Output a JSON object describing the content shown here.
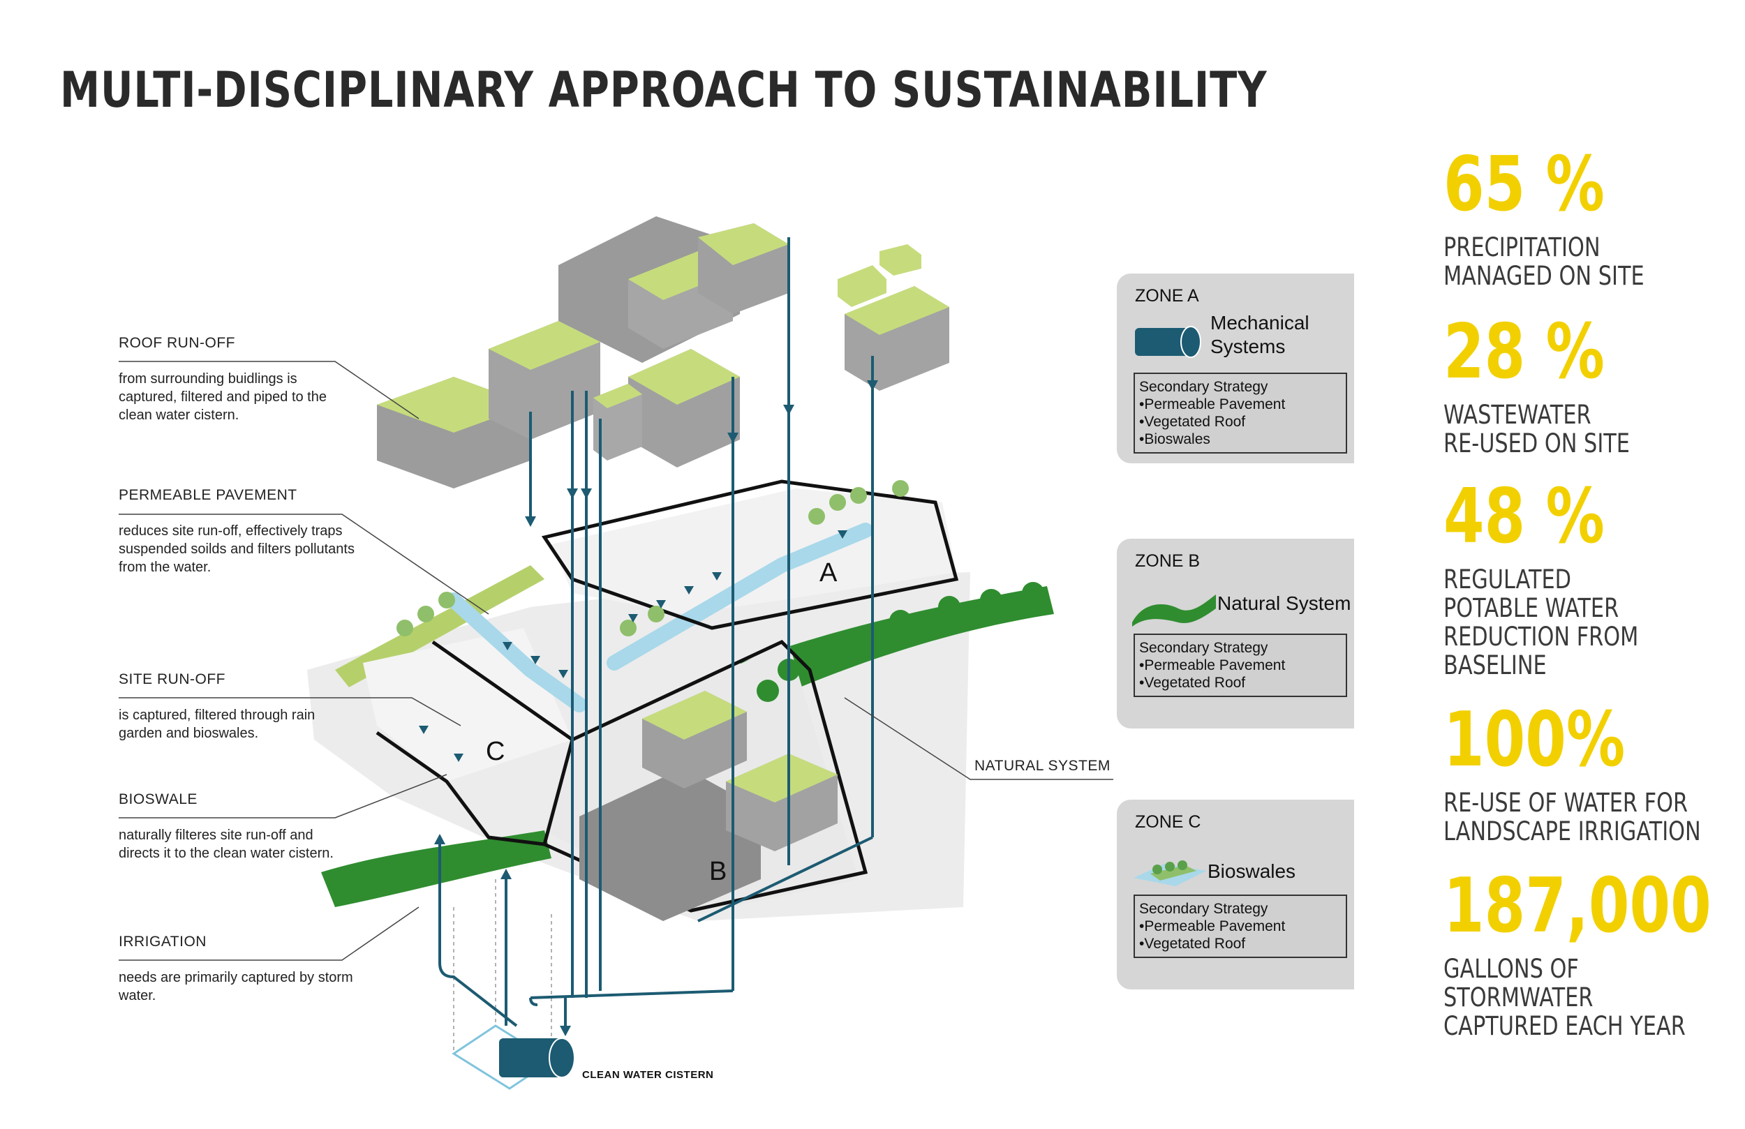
{
  "title": "MULTI-DISCIPLINARY APPROACH TO SUSTAINABILITY",
  "annotations": [
    {
      "heading": "ROOF RUN-OFF",
      "body": "from surrounding buidlings is captured, filtered and piped to the clean water cistern."
    },
    {
      "heading": "PERMEABLE PAVEMENT",
      "body": "reduces site run-off, effectively traps suspended soilds and filters pollutants from the water."
    },
    {
      "heading": "SITE RUN-OFF",
      "body": "is captured, filtered through rain garden and bioswales."
    },
    {
      "heading": "BIOSWALE",
      "body": "naturally filteres site run-off and directs it to the clean water cistern."
    },
    {
      "heading": "IRRIGATION",
      "body": "needs are primarily captured by storm water."
    }
  ],
  "labels": {
    "natural_system": "NATURAL SYSTEM",
    "cistern": "CLEAN WATER CISTERN",
    "zone_letters": [
      "A",
      "B",
      "C"
    ]
  },
  "zones": [
    {
      "name": "ZONE A",
      "system": "Mechanical Systems",
      "icon": "cistern-icon",
      "strategy_title": "Secondary Strategy",
      "strategies": [
        "Permeable Pavement",
        "Vegetated Roof",
        "Bioswales"
      ]
    },
    {
      "name": "ZONE B",
      "system": "Natural System",
      "icon": "green-wave-icon",
      "strategy_title": "Secondary Strategy",
      "strategies": [
        "Permeable Pavement",
        "Vegetated Roof"
      ]
    },
    {
      "name": "ZONE C",
      "system": "Bioswales",
      "icon": "bioswale-icon",
      "strategy_title": "Secondary Strategy",
      "strategies": [
        "Permeable Pavement",
        "Vegetated Roof"
      ]
    }
  ],
  "stats": [
    {
      "value": "65 %",
      "label": [
        "PRECIPITATION",
        "MANAGED ON SITE"
      ]
    },
    {
      "value": "28 %",
      "label": [
        "WASTEWATER",
        "RE-USED ON SITE"
      ]
    },
    {
      "value": "48 %",
      "label": [
        "REGULATED",
        "POTABLE WATER",
        "REDUCTION FROM",
        "BASELINE"
      ]
    },
    {
      "value": "100%",
      "label": [
        "RE-USE OF WATER FOR",
        "LANDSCAPE IRRIGATION"
      ]
    },
    {
      "value": "187,000",
      "label": [
        "GALLONS OF",
        "STORMWATER",
        "CAPTURED EACH YEAR"
      ]
    }
  ],
  "colors": {
    "accent_yellow": "#f2d000",
    "pipe_blue": "#1c5b72",
    "roof_green": "#c6dc7c",
    "tree_green": "#2e8a2e",
    "water_light": "#a8d8ea",
    "card_grey": "#d6d6d6"
  }
}
